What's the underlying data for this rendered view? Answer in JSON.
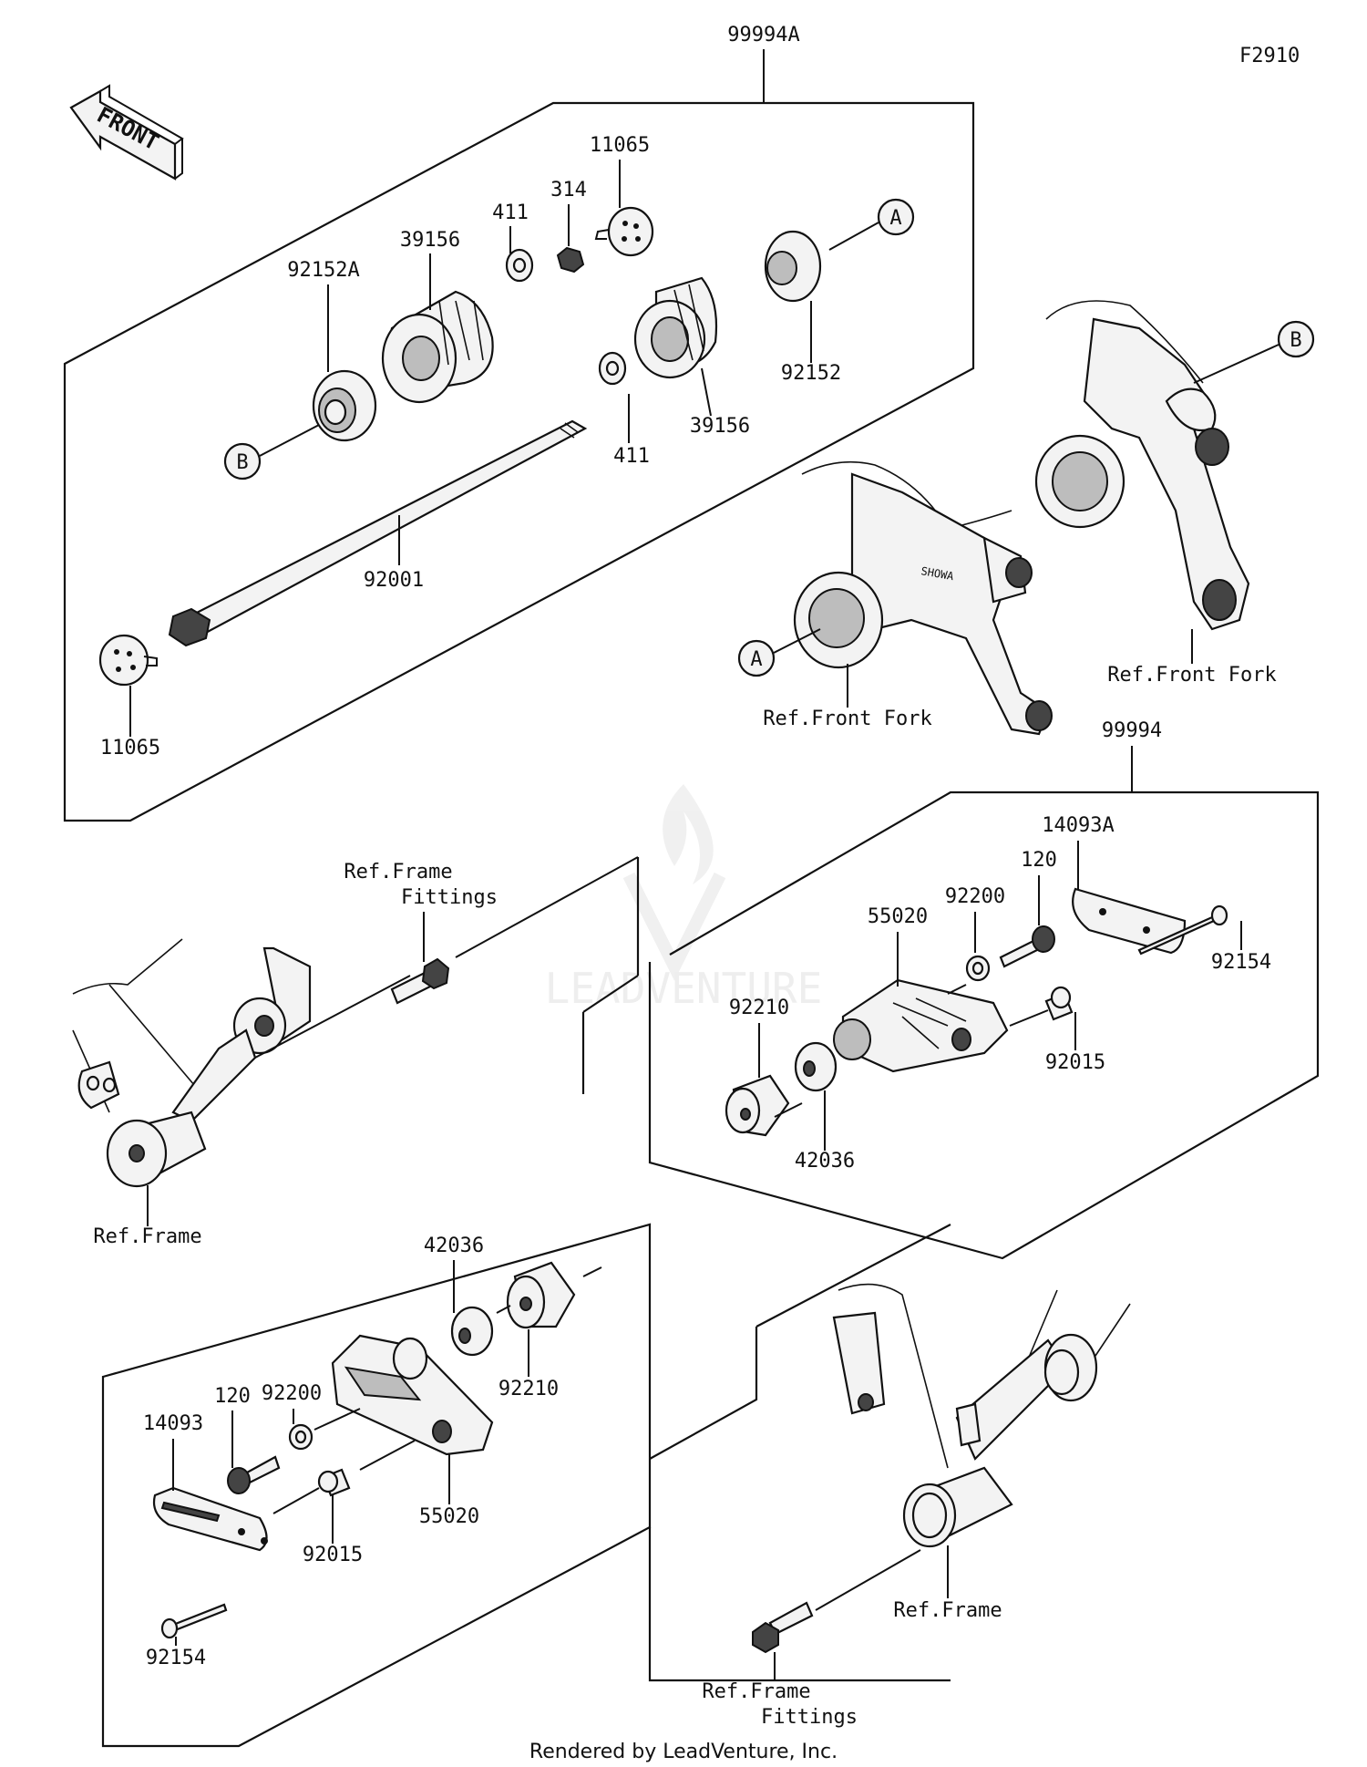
{
  "diagram": {
    "code": "F2910",
    "front_label": "FRONT",
    "footer": "Rendered by LeadVenture, Inc.",
    "watermark": "LEADVENTURE",
    "kit_labels": {
      "upper_kit": "99994A",
      "lower_kit": "99994"
    },
    "upper_parts": {
      "p92152A": "92152A",
      "p39156_left": "39156",
      "p411_top": "411",
      "p314": "314",
      "p11065_top": "11065",
      "callout_A_top": "A",
      "p92152": "92152",
      "p39156_right": "39156",
      "p411_bottom": "411",
      "callout_B_left": "B",
      "p92001": "92001",
      "p11065_bottom": "11065"
    },
    "fork_refs": {
      "callout_B_right": "B",
      "ref_front_fork_right": "Ref.Front Fork",
      "callout_A_left": "A",
      "ref_front_fork_left": "Ref.Front Fork"
    },
    "right_slider": {
      "p14093A": "14093A",
      "p120": "120",
      "p92200": "92200",
      "p55020": "55020",
      "p92154": "92154",
      "p92210": "92210",
      "p92015": "92015",
      "p42036": "42036"
    },
    "left_frame_refs": {
      "ref_frame_fittings_l1": "Ref.Frame",
      "ref_frame_fittings_l2": "Fittings",
      "ref_frame": "Ref.Frame"
    },
    "left_slider": {
      "p42036": "42036",
      "p92200": "92200",
      "p92210": "92210",
      "p120": "120",
      "p14093": "14093",
      "p55020": "55020",
      "p92015": "92015",
      "p92154": "92154"
    },
    "bottom_frame_refs": {
      "ref_frame": "Ref.Frame",
      "ref_frame_fittings_l1": "Ref.Frame",
      "ref_frame_fittings_l2": "Fittings"
    }
  }
}
